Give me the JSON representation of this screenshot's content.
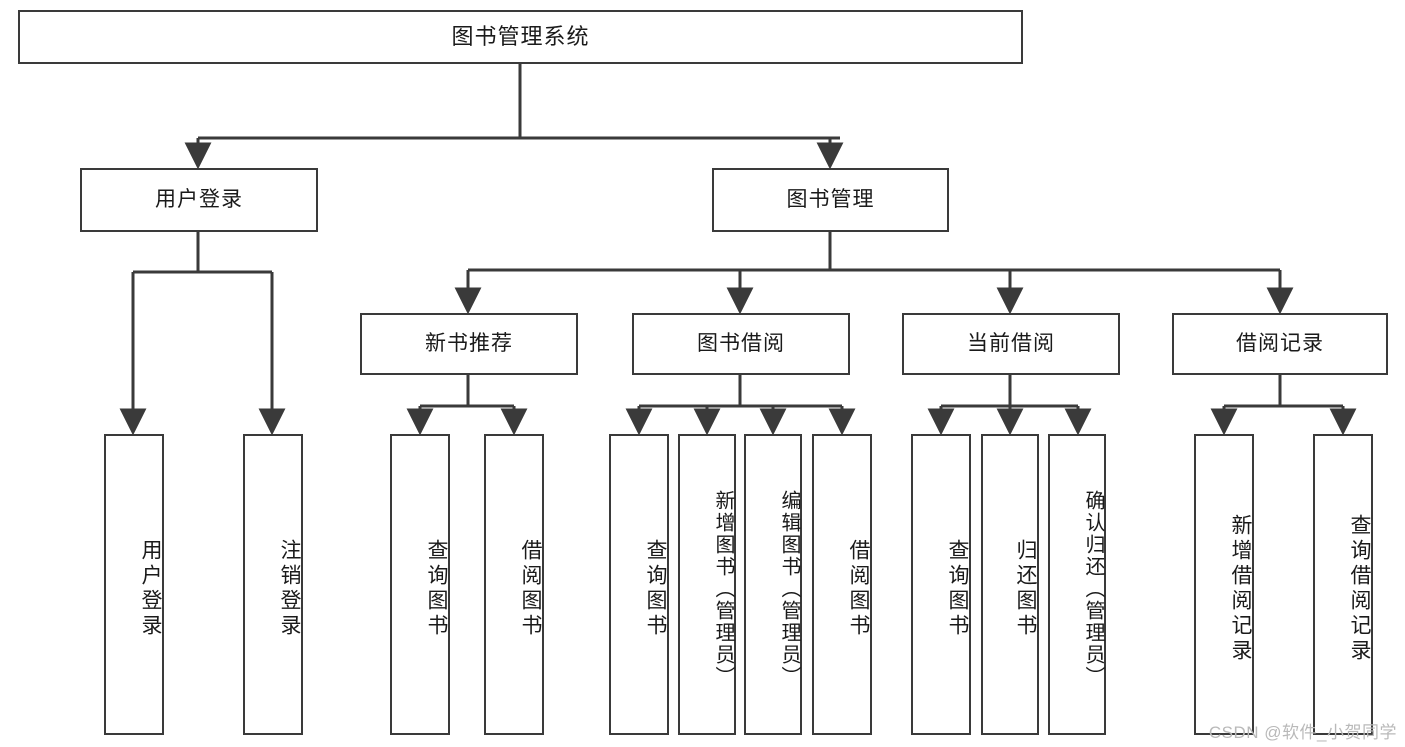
{
  "diagram": {
    "title": "图书管理系统",
    "type": "tree-hierarchy-chart",
    "line_color": "#3a3a3a",
    "box_fill": "#ffffff",
    "text_color": "#1a1a1a"
  },
  "nodes": {
    "root": {
      "label": "图书管理系统"
    },
    "level2": [
      {
        "label": "用户登录"
      },
      {
        "label": "图书管理"
      }
    ],
    "level3": [
      {
        "label": "新书推荐"
      },
      {
        "label": "图书借阅"
      },
      {
        "label": "当前借阅"
      },
      {
        "label": "借阅记录"
      }
    ],
    "leaves": {
      "user_login": [
        {
          "label": "用户登录"
        },
        {
          "label": "注销登录"
        }
      ],
      "new_book_recommend": [
        {
          "label": "查询图书"
        },
        {
          "label": "借阅图书"
        }
      ],
      "book_borrow": [
        {
          "label": "查询图书"
        },
        {
          "label": "新增图书（管理员）"
        },
        {
          "label": "编辑图书（管理员）"
        },
        {
          "label": "借阅图书"
        }
      ],
      "current_borrow": [
        {
          "label": "查询图书"
        },
        {
          "label": "归还图书"
        },
        {
          "label": "确认归还（管理员）"
        }
      ],
      "borrow_records": [
        {
          "label": "新增借阅记录"
        },
        {
          "label": "查询借阅记录"
        }
      ]
    }
  },
  "watermark": {
    "text": "CSDN @软件_小贺同学"
  }
}
